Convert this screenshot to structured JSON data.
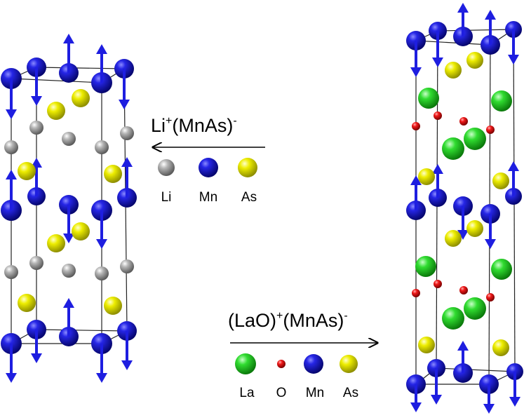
{
  "colors": {
    "Li": "#8a8a8a",
    "Mn": "#1212d8",
    "As": "#e6e600",
    "La": "#22d022",
    "O": "#e01010",
    "spin_arrow": "#1e1ee0",
    "cell_edge": "#222222"
  },
  "left_structure": {
    "formula": {
      "cation": "Li",
      "cation_charge": "+",
      "anion": "(MnAs)",
      "anion_charge": "-"
    },
    "arrow_direction": "left",
    "legend": [
      {
        "symbol": "Li",
        "label": "Li"
      },
      {
        "symbol": "Mn",
        "label": "Mn"
      },
      {
        "symbol": "As",
        "label": "As"
      }
    ]
  },
  "right_structure": {
    "formula": {
      "cation": "(LaO)",
      "cation_charge": "+",
      "anion": "(MnAs)",
      "anion_charge": "-"
    },
    "arrow_direction": "right",
    "legend": [
      {
        "symbol": "La",
        "label": "La"
      },
      {
        "symbol": "O",
        "label": "O"
      },
      {
        "symbol": "Mn",
        "label": "Mn"
      },
      {
        "symbol": "As",
        "label": "As"
      }
    ]
  }
}
